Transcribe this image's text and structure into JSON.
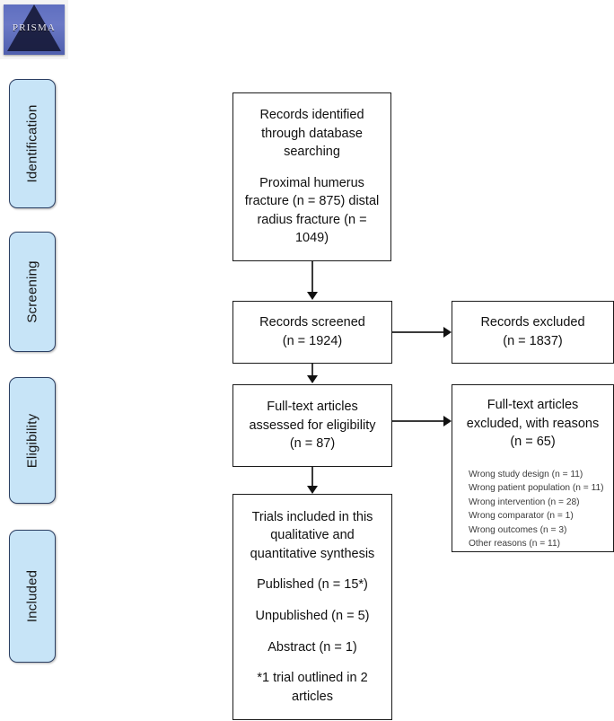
{
  "logo": {
    "word": "PRISMA",
    "alt": "prisma-logo"
  },
  "stages": [
    {
      "id": "identification",
      "label": "Identification"
    },
    {
      "id": "screening",
      "label": "Screening"
    },
    {
      "id": "eligibility",
      "label": "Eligibility"
    },
    {
      "id": "included",
      "label": "Included"
    }
  ],
  "boxes": {
    "identified": {
      "para1": "Records identified through database searching",
      "para2": "Proximal humerus fracture (n = 875) distal radius fracture (n = 1049)"
    },
    "screened": {
      "title": "Records screened",
      "count": "(n =  1924)"
    },
    "records_excluded": {
      "title": "Records excluded",
      "count": "(n =  1837)"
    },
    "fulltext_assessed": {
      "title": "Full-text articles assessed for eligibility",
      "count": "(n = 87)"
    },
    "fulltext_excluded": {
      "title": "Full-text articles excluded, with reasons",
      "count": "(n = 65)",
      "reasons": [
        "Wrong study design (n = 11)",
        "Wrong patient population (n = 11)",
        "Wrong intervention (n = 28)",
        "Wrong comparator (n = 1)",
        "Wrong outcomes (n = 3)",
        "Other reasons (n = 11)"
      ]
    },
    "included": {
      "title": "Trials included in this qualitative and quantitative synthesis",
      "published": "Published (n = 15*)",
      "unpublished": "Unpublished (n = 5)",
      "abstract": "Abstract (n = 1)",
      "footnote": "*1 trial outlined in 2 articles"
    }
  },
  "colors": {
    "stage_fill": "#c7e4f7",
    "stage_border": "#2b3f63",
    "box_border": "#1a1a1a",
    "arrow": "#111111",
    "reasons_text": "#3b3b3b"
  }
}
